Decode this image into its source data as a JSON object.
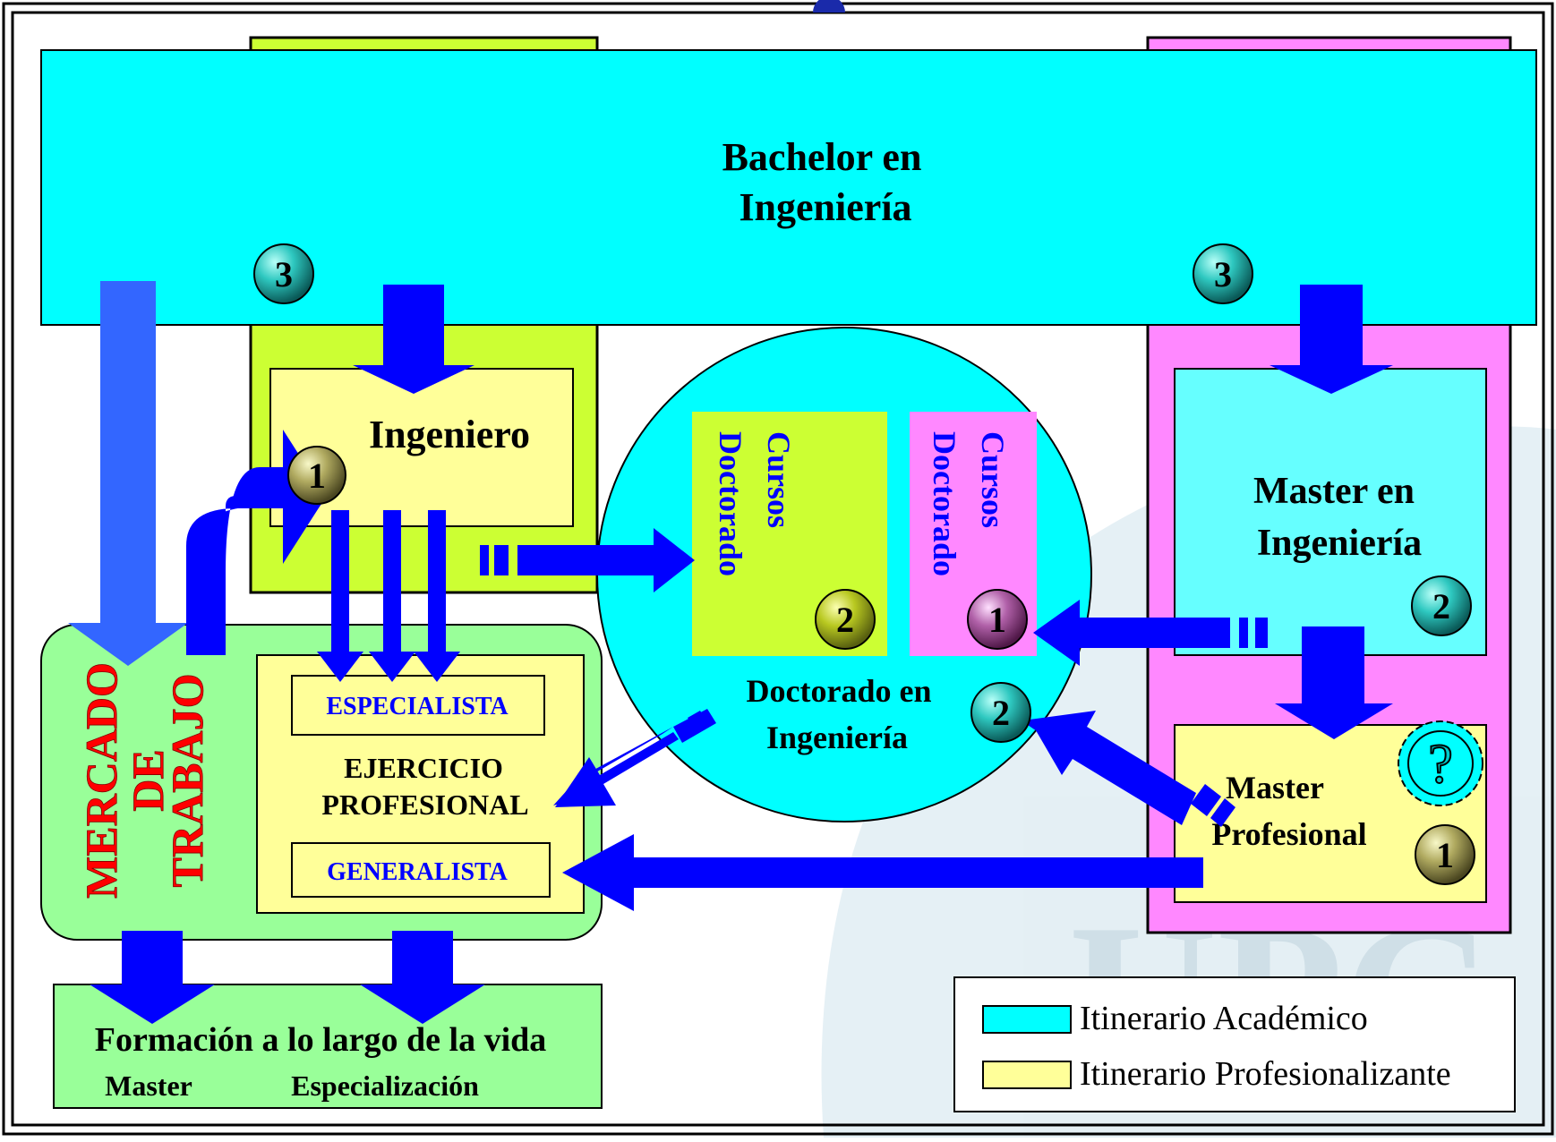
{
  "colors": {
    "cyan": "#00ffff",
    "lime": "#ccff33",
    "pink": "#ff99ff",
    "light_pink": "#ff88ff",
    "light_yellow": "#ffff99",
    "light_cyan": "#66ffff",
    "light_green": "#99ff99",
    "blue_arrow": "#0000ff",
    "light_blue_arrow": "#3366ff",
    "red_text": "#ff0000",
    "blue_text": "#0000ff"
  },
  "bachelor": {
    "line1": "Bachelor en",
    "line2": "Ingeniería"
  },
  "ingeniero": {
    "label": "Ingeniero"
  },
  "master_ingenieria": {
    "line1": "Master  en",
    "line2": "Ingeniería"
  },
  "master_profesional": {
    "line1": "Master",
    "line2": "Profesional"
  },
  "doctorado": {
    "line1": "Doctorado en",
    "line2": "Ingeniería",
    "cursos_left": {
      "line1": "Cursos",
      "line2": "Doctorado"
    },
    "cursos_right": {
      "line1": "Cursos",
      "line2": "Doctorado"
    }
  },
  "mercado": {
    "line1": "MERCADO",
    "line2": "DE",
    "line3": "TRABAJO"
  },
  "ejercicio": {
    "specialist": "ESPECIALISTA",
    "line1": "EJERCICIO",
    "line2": "PROFESIONAL",
    "generalist": "GENERALISTA"
  },
  "formacion": {
    "title": "Formación a lo largo de la vida",
    "item1": "Master",
    "item2": "Especialización"
  },
  "badges": {
    "bachelor_left": "3",
    "bachelor_right": "3",
    "ingeniero": "1",
    "cursos_left": "2",
    "cursos_right": "1",
    "doctorado": "2",
    "master_ingenieria": "2",
    "master_profesional": "1",
    "question": "?"
  },
  "legend": {
    "items": [
      {
        "label": "Itinerario Académico",
        "color": "#00ffff"
      },
      {
        "label": "Itinerario Profesionalizante",
        "color": "#ffff99"
      }
    ]
  },
  "watermark": {
    "text": "UPC"
  }
}
